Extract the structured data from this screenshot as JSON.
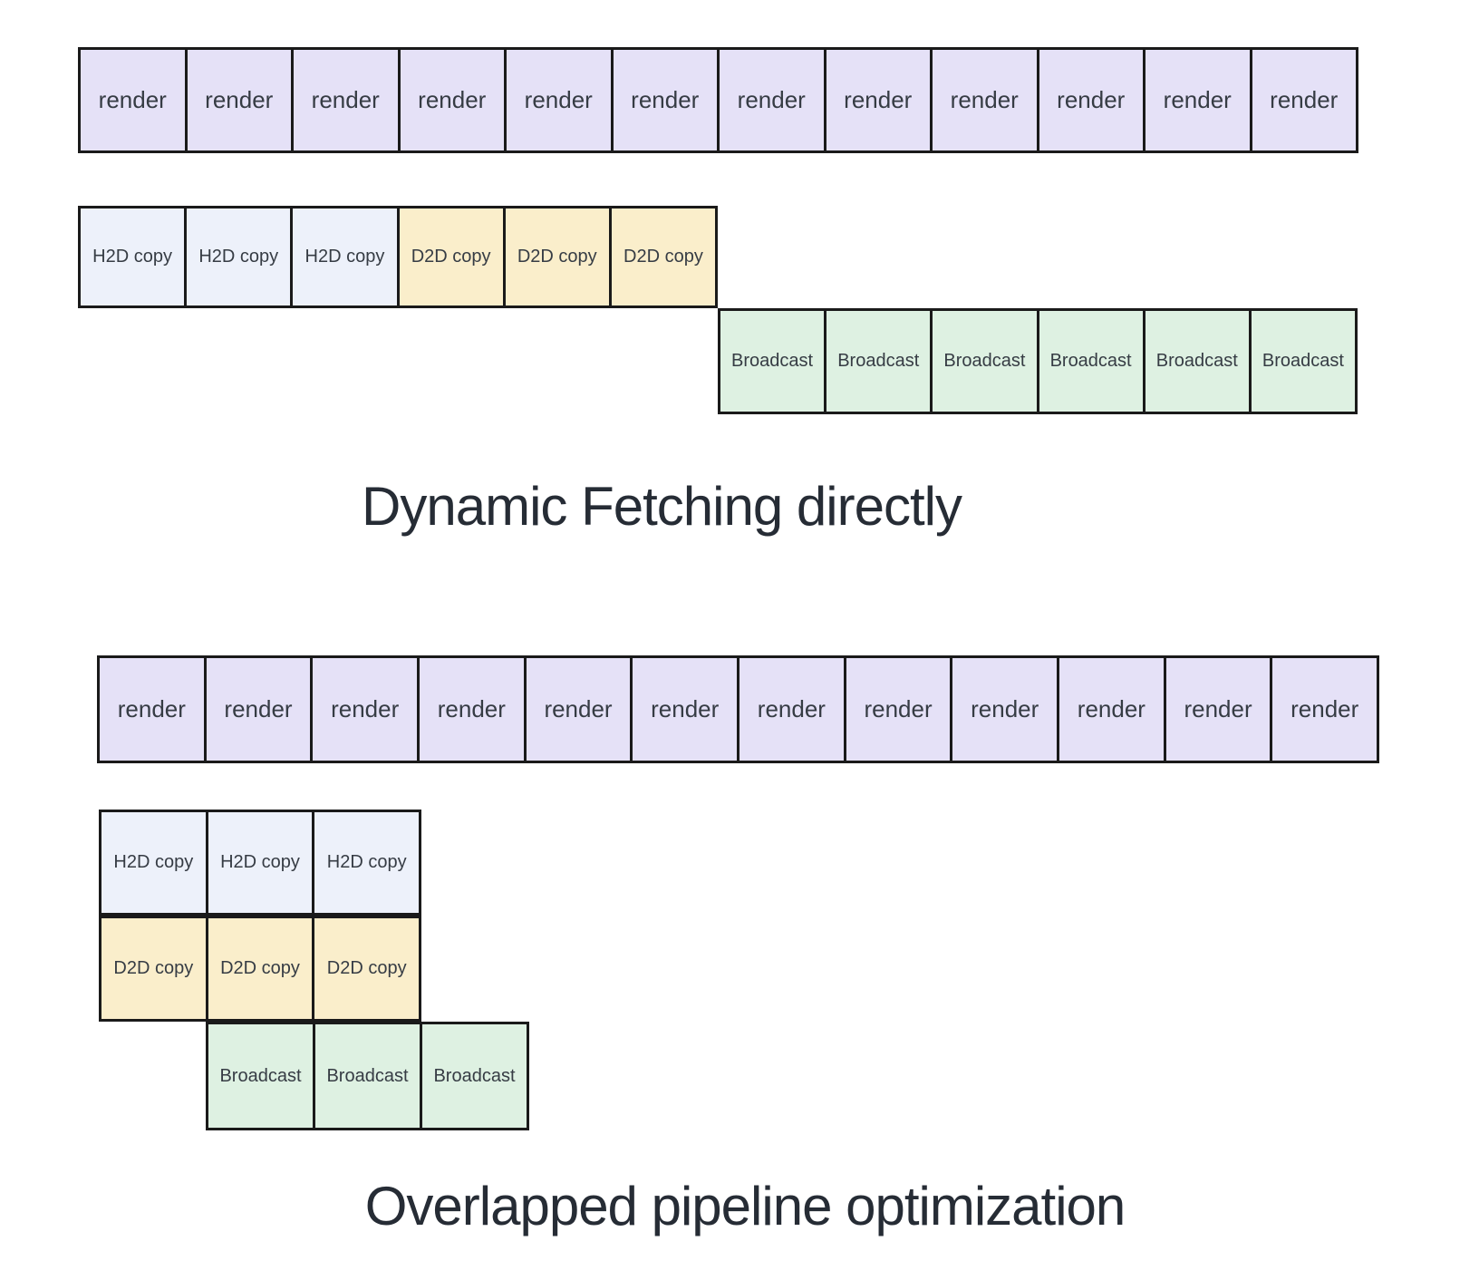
{
  "colors": {
    "background": "#ffffff",
    "border": "#1a1a1a",
    "box_text": "#363c44",
    "title_text": "#262c35",
    "render_fill": "#e5e1f7",
    "h2d_fill": "#edf1fa",
    "d2d_fill": "#faeecb",
    "broadcast_fill": "#def1e2"
  },
  "sections": [
    {
      "name": "dynamic-fetching",
      "title": "Dynamic Fetching directly",
      "rows": {
        "render": [
          {
            "type": "render",
            "label": "render"
          },
          {
            "type": "render",
            "label": "render"
          },
          {
            "type": "render",
            "label": "render"
          },
          {
            "type": "render",
            "label": "render"
          },
          {
            "type": "render",
            "label": "render"
          },
          {
            "type": "render",
            "label": "render"
          },
          {
            "type": "render",
            "label": "render"
          },
          {
            "type": "render",
            "label": "render"
          },
          {
            "type": "render",
            "label": "render"
          },
          {
            "type": "render",
            "label": "render"
          },
          {
            "type": "render",
            "label": "render"
          },
          {
            "type": "render",
            "label": "render"
          }
        ],
        "copy": [
          {
            "type": "h2d",
            "label": "H2D copy"
          },
          {
            "type": "h2d",
            "label": "H2D copy"
          },
          {
            "type": "h2d",
            "label": "H2D copy"
          },
          {
            "type": "d2d",
            "label": "D2D copy"
          },
          {
            "type": "d2d",
            "label": "D2D copy"
          },
          {
            "type": "d2d",
            "label": "D2D copy"
          }
        ],
        "broadcast": [
          {
            "type": "broadcast",
            "label": "Broadcast"
          },
          {
            "type": "broadcast",
            "label": "Broadcast"
          },
          {
            "type": "broadcast",
            "label": "Broadcast"
          },
          {
            "type": "broadcast",
            "label": "Broadcast"
          },
          {
            "type": "broadcast",
            "label": "Broadcast"
          },
          {
            "type": "broadcast",
            "label": "Broadcast"
          }
        ]
      }
    },
    {
      "name": "overlapped-pipeline",
      "title": "Overlapped pipeline optimization",
      "rows": {
        "render": [
          {
            "type": "render",
            "label": "render"
          },
          {
            "type": "render",
            "label": "render"
          },
          {
            "type": "render",
            "label": "render"
          },
          {
            "type": "render",
            "label": "render"
          },
          {
            "type": "render",
            "label": "render"
          },
          {
            "type": "render",
            "label": "render"
          },
          {
            "type": "render",
            "label": "render"
          },
          {
            "type": "render",
            "label": "render"
          },
          {
            "type": "render",
            "label": "render"
          },
          {
            "type": "render",
            "label": "render"
          },
          {
            "type": "render",
            "label": "render"
          },
          {
            "type": "render",
            "label": "render"
          }
        ],
        "h2d": [
          {
            "type": "h2d",
            "label": "H2D copy"
          },
          {
            "type": "h2d",
            "label": "H2D copy"
          },
          {
            "type": "h2d",
            "label": "H2D copy"
          }
        ],
        "d2d": [
          {
            "type": "d2d",
            "label": "D2D copy"
          },
          {
            "type": "d2d",
            "label": "D2D copy"
          },
          {
            "type": "d2d",
            "label": "D2D copy"
          }
        ],
        "broadcast": [
          {
            "type": "broadcast",
            "label": "Broadcast"
          },
          {
            "type": "broadcast",
            "label": "Broadcast"
          },
          {
            "type": "broadcast",
            "label": "Broadcast"
          }
        ]
      }
    }
  ]
}
